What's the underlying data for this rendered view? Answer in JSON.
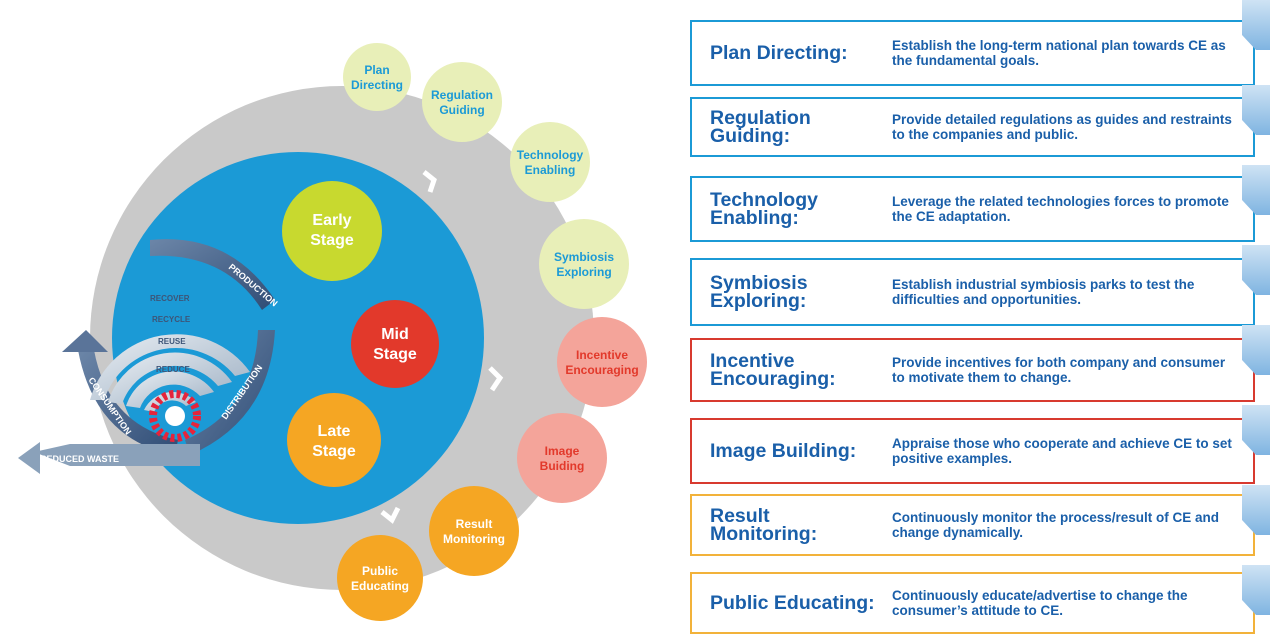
{
  "colors": {
    "center_blue": "#1b9ad6",
    "ring_gray": "#c9c9c9",
    "green": "#c8d92f",
    "red": "#e2392b",
    "orange": "#f5a623",
    "light_green": "#e8efb8",
    "light_red": "#f4a49a",
    "light_orange": "#f5a623",
    "text_blue": "#1a5fa9",
    "bubble_text_blue": "#1b9ad6",
    "bubble_text_red": "#e2392b"
  },
  "stages": {
    "early": [
      "Early",
      "Stage"
    ],
    "mid": [
      "Mid",
      "Stage"
    ],
    "late": [
      "Late",
      "Stage"
    ]
  },
  "bubbles": [
    {
      "lines": [
        "Plan",
        "Directing"
      ],
      "tone": "green"
    },
    {
      "lines": [
        "Regulation",
        "Guiding"
      ],
      "tone": "green"
    },
    {
      "lines": [
        "Technology",
        "Enabling"
      ],
      "tone": "green"
    },
    {
      "lines": [
        "Symbiosis",
        "Exploring"
      ],
      "tone": "green"
    },
    {
      "lines": [
        "Incentive",
        "Encouraging"
      ],
      "tone": "red"
    },
    {
      "lines": [
        "Image",
        "Buiding"
      ],
      "tone": "red"
    },
    {
      "lines": [
        "Result",
        "Monitoring"
      ],
      "tone": "orange"
    },
    {
      "lines": [
        "Public",
        "Educating"
      ],
      "tone": "orange"
    }
  ],
  "cycle": {
    "production": "PRODUCTION",
    "distribution": "DISTRIBUTION",
    "consumption": "CONSUMPTION",
    "recover": "RECOVER",
    "recycle": "RECYCLE",
    "reuse": "REUSE",
    "reduce": "REDUCE",
    "reduced_waste": "REDUCED WASTE"
  },
  "cards": [
    {
      "title": "Plan Directing:",
      "description": "Establish the long-term national plan towards CE as the fundamental goals.",
      "tone": "blue"
    },
    {
      "title": "Regulation Guiding:",
      "description": "Provide detailed regulations as guides and restraints to the companies and public.",
      "tone": "blue"
    },
    {
      "title": "Technology Enabling:",
      "description": "Leverage the related technologies forces to promote the CE adaptation.",
      "tone": "blue"
    },
    {
      "title": "Symbiosis Exploring:",
      "description": "Establish industrial symbiosis parks to test the difficulties and opportunities.",
      "tone": "blue"
    },
    {
      "title": "Incentive Encouraging:",
      "description": "Provide incentives for both company and consumer to motivate them to change.",
      "tone": "red"
    },
    {
      "title": "Image Building:",
      "description": "Appraise those who cooperate and achieve CE to set positive examples.",
      "tone": "red"
    },
    {
      "title": "Result Monitoring:",
      "description": "Continuously monitor the process/result of CE and change dynamically.",
      "tone": "orange"
    },
    {
      "title": "Public Educating:",
      "description": "Continuously educate/advertise to change the consumer’s attitude to CE.",
      "tone": "orange"
    }
  ]
}
